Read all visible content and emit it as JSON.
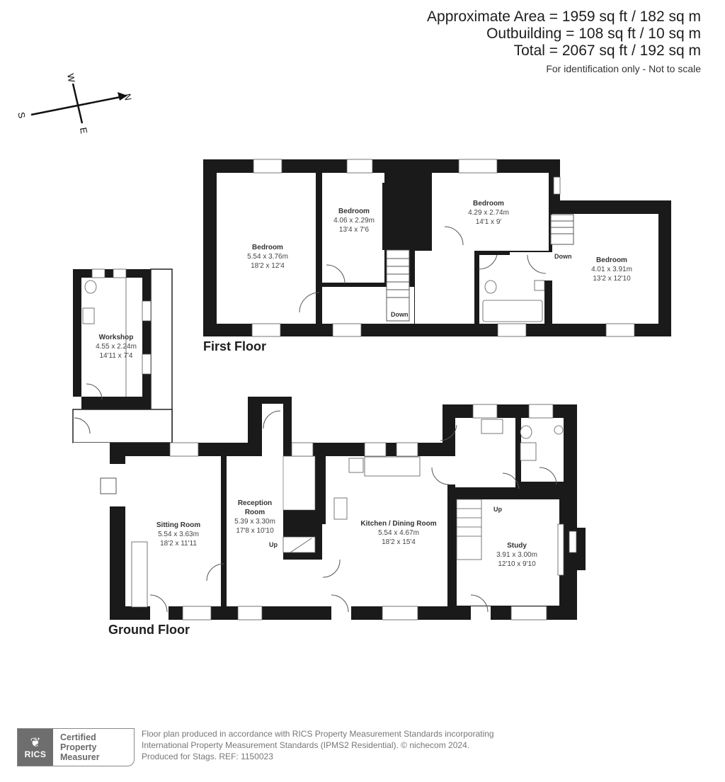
{
  "header": {
    "approximate_area": "Approximate Area = 1959 sq ft / 182 sq m",
    "outbuilding": "Outbuilding = 108 sq ft / 10 sq m",
    "total": "Total = 2067 sq ft / 192 sq m",
    "note": "For identification only - Not to scale"
  },
  "compass": {
    "icon": "compass-icon",
    "north": "N",
    "south": "S",
    "east": "E",
    "west": "W"
  },
  "floors": {
    "first_floor": {
      "label": "First Floor",
      "rooms": [
        {
          "name": "Bedroom",
          "metric": "5.54 x 3.76m",
          "imperial": "18'2 x 12'4"
        },
        {
          "name": "Bedroom",
          "metric": "4.06 x 2.29m",
          "imperial": "13'4 x 7'6"
        },
        {
          "name": "Bedroom",
          "metric": "4.29 x 2.74m",
          "imperial": "14'1 x 9'"
        },
        {
          "name": "Bedroom",
          "metric": "4.01 x 3.91m",
          "imperial": "13'2 x 12'10"
        }
      ],
      "stairs": [
        {
          "label": "Down"
        },
        {
          "label": "Down"
        }
      ]
    },
    "ground_floor": {
      "label": "Ground Floor",
      "rooms": [
        {
          "name": "Sitting Room",
          "metric": "5.54 x 3.63m",
          "imperial": "18'2 x 11'11"
        },
        {
          "name": "Reception Room",
          "name_line1": "Reception",
          "name_line2": "Room",
          "metric": "5.39 x 3.30m",
          "imperial": "17'8 x 10'10"
        },
        {
          "name": "Kitchen / Dining Room",
          "metric": "5.54 x 4.67m",
          "imperial": "18'2 x 15'4"
        },
        {
          "name": "Study",
          "metric": "3.91 x 3.00m",
          "imperial": "12'10 x 9'10"
        }
      ],
      "stairs": [
        {
          "label": "Up"
        },
        {
          "label": "Up"
        }
      ]
    },
    "outbuilding": {
      "rooms": [
        {
          "name": "Workshop",
          "metric": "4.55 x 2.24m",
          "imperial": "14'11 x 7'4"
        }
      ]
    }
  },
  "footer": {
    "badge": {
      "logo_text": "RICS",
      "lion_icon": "rics-lion-icon",
      "line1": "Certified",
      "line2": "Property",
      "line3": "Measurer"
    },
    "text_line1": "Floor plan produced in accordance with RICS Property Measurement Standards incorporating",
    "text_line2": "International Property Measurement Standards (IPMS2 Residential).   © nichecom 2024.",
    "text_line3": "Produced for Stags.   REF:  1150023"
  },
  "colors": {
    "wall": "#1a1a1a",
    "floor": "#ffffff",
    "text_dark": "#1e1e1e",
    "text_muted": "#777777",
    "badge_grey": "#6e6e6e"
  }
}
